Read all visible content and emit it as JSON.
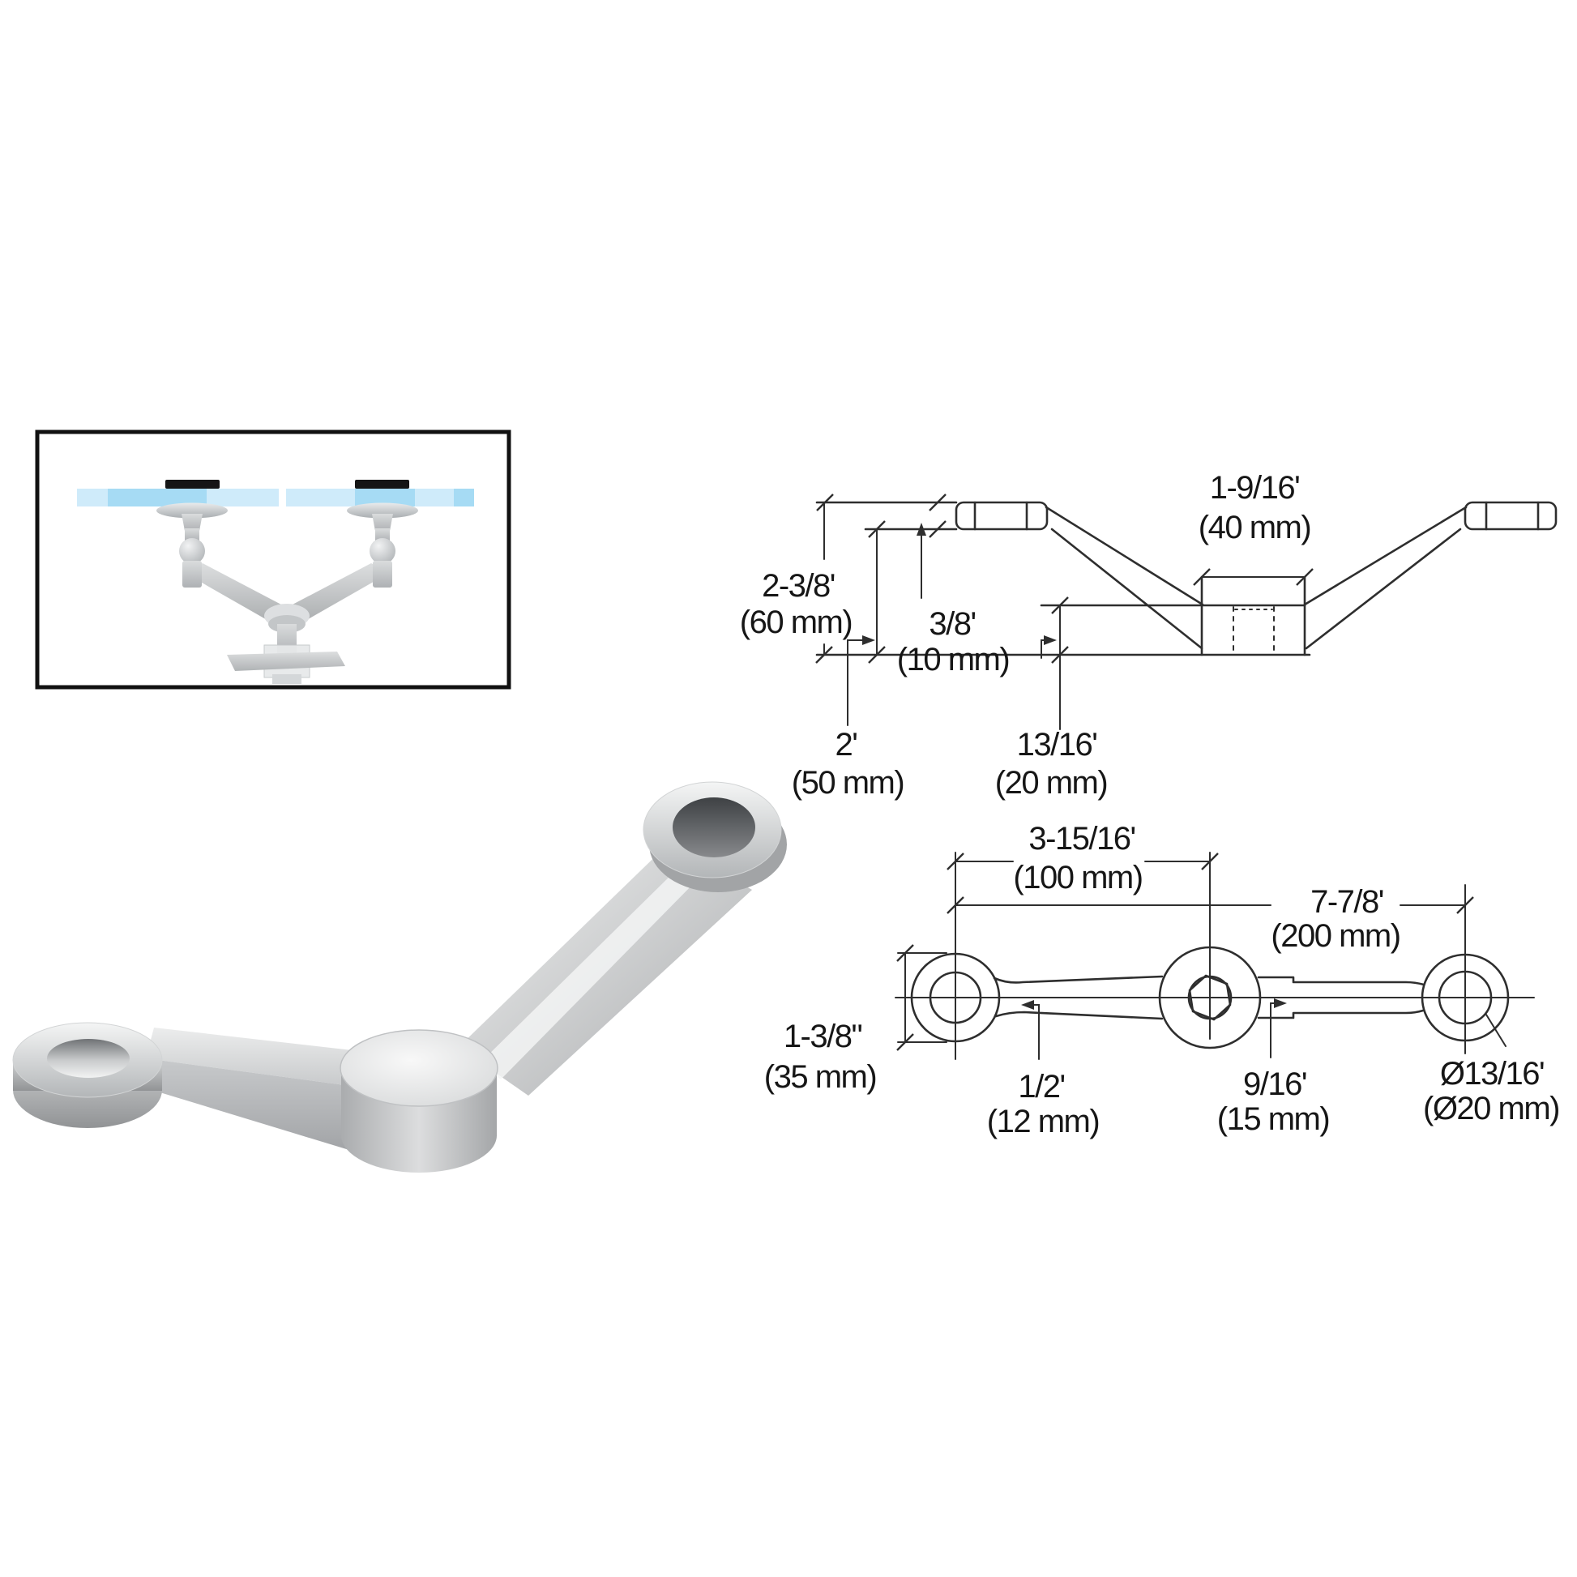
{
  "colors": {
    "background": "#ffffff",
    "line": "#2e2e2e",
    "text": "#161616",
    "glass": "#a6dbf4",
    "glass_light": "#cfebfa",
    "metal": "#c9cbcd",
    "pad": "#151515",
    "frame": "#111111",
    "hole_dark": "#4a4d50"
  },
  "side_view": {
    "overall_height_in": "2-3/8'",
    "overall_height_mm": "(60 mm)",
    "plate_thickness_in": "3/8'",
    "plate_thickness_mm": "(10 mm)",
    "boss_width_in": "1-9/16'",
    "boss_width_mm": "(40 mm)",
    "body_height_in": "2'",
    "body_height_mm": "(50 mm)",
    "boss_height_in": "13/16'",
    "boss_height_mm": "(20 mm)"
  },
  "plan_view": {
    "hole_spacing_in": "3-15/16'",
    "hole_spacing_mm": "(100 mm)",
    "overall_length_in": "7-7/8'",
    "overall_length_mm": "(200 mm)",
    "eyelet_diameter_in": "1-3/8\"",
    "eyelet_diameter_mm": "(35 mm)",
    "arm_width_in": "1/2'",
    "arm_width_mm": "(12 mm)",
    "arm_width_wide_in": "9/16'",
    "arm_width_wide_mm": "(15 mm)",
    "hole_diameter_in": "Ø13/16'",
    "hole_diameter_mm": "(Ø20 mm)"
  }
}
